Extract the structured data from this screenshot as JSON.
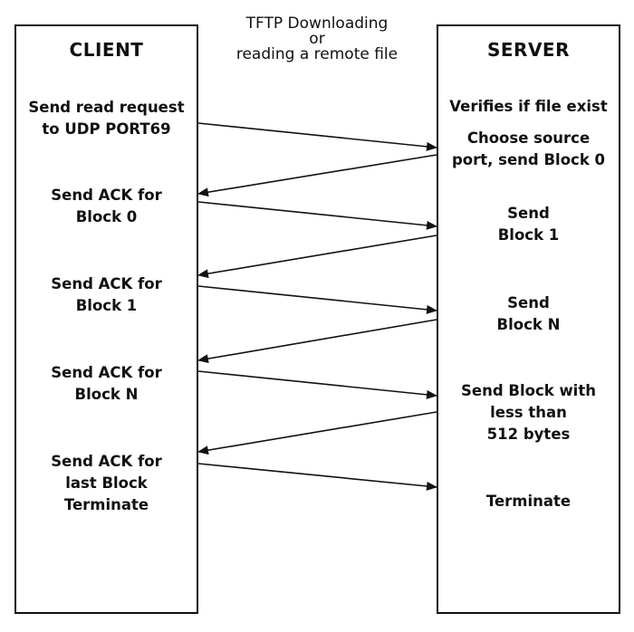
{
  "caption": {
    "line1": "TFTP Downloading",
    "line2": "or",
    "line3": "reading a remote file"
  },
  "client": {
    "title": "CLIENT",
    "steps": [
      [
        "Send read request",
        "to UDP PORT69"
      ],
      [
        "Send ACK for",
        "Block 0"
      ],
      [
        "Send ACK for",
        "Block 1"
      ],
      [
        "Send ACK for",
        "Block N"
      ],
      [
        "Send ACK for",
        "last Block",
        "Terminate"
      ]
    ]
  },
  "server": {
    "title": "SERVER",
    "steps": [
      [
        "Verifies if file exist"
      ],
      [
        "Choose source",
        "port, send Block 0"
      ],
      [
        "Send",
        "Block 1"
      ],
      [
        "Send",
        "Block N"
      ],
      [
        "Send Block with",
        "less than",
        "512 bytes"
      ],
      [
        "Terminate"
      ]
    ]
  },
  "colors": {
    "line": "#111111",
    "text": "#111111",
    "background": "#ffffff"
  }
}
